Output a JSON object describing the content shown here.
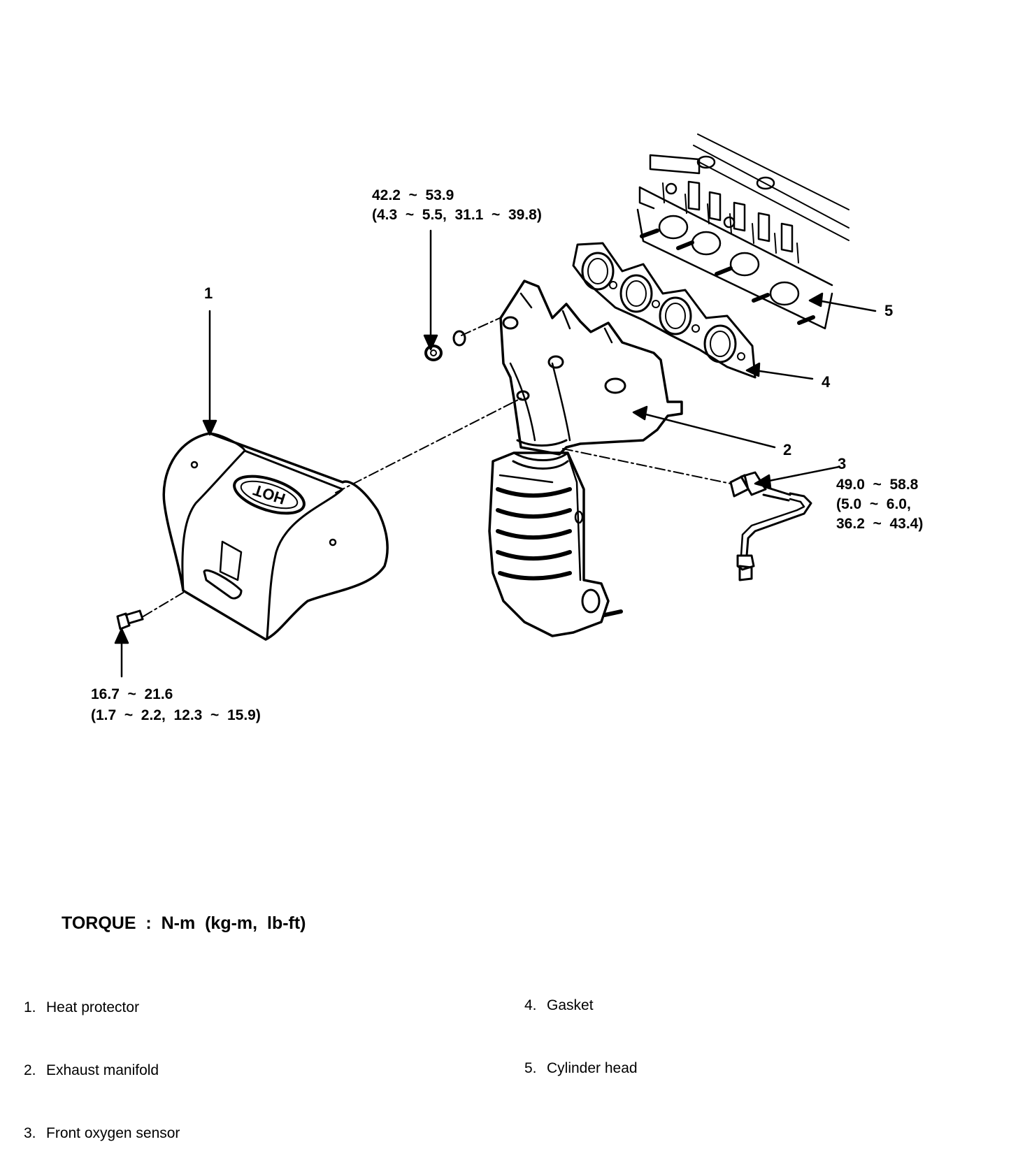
{
  "callouts": {
    "c1": "1",
    "c2": "2",
    "c3": "3",
    "c4": "4",
    "c5": "5"
  },
  "torques": {
    "nut_line1": "42.2  ~  53.9",
    "nut_line2": "(4.3  ~  5.5,  31.1  ~  39.8)",
    "bolt_line1": "16.7  ~  21.6",
    "bolt_line2": "(1.7  ~  2.2,  12.3  ~  15.9)",
    "sensor_line1": "49.0  ~  58.8",
    "sensor_line2": "(5.0  ~  6.0,",
    "sensor_line3": "36.2  ~  43.4)"
  },
  "shield_text": "HOT",
  "torque_unit": "TORQUE  :  N-m  (kg-m,  lb-ft)",
  "legend": {
    "left": [
      {
        "num": "1.",
        "label": "Heat protector"
      },
      {
        "num": "2.",
        "label": "Exhaust manifold"
      },
      {
        "num": "3.",
        "label": "Front oxygen sensor"
      }
    ],
    "right": [
      {
        "num": "4.",
        "label": "Gasket"
      },
      {
        "num": "5.",
        "label": "Cylinder head"
      }
    ]
  }
}
